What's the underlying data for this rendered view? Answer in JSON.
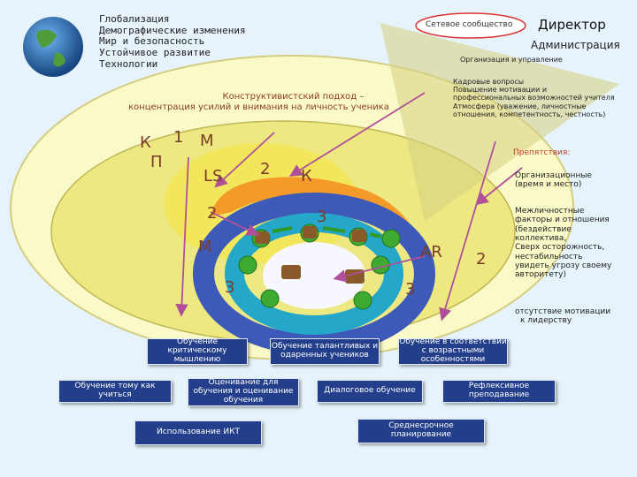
{
  "global_factors": [
    "Глобализация",
    "Демографические изменения",
    "Мир и безопасность",
    "Устойчивое развитие",
    "Технологии"
  ],
  "network": "Сетевое сообщество",
  "director": "Директор",
  "administration": "Администрация",
  "org_management": "Организация и управление",
  "personnel": [
    "Кадровые вопросы",
    "Повышение мотивации и",
    "профессиональных возможностей учителя",
    "Атмосфера (уважение, личностные",
    "отношения, компетентность, честность)"
  ],
  "approach": [
    "Конструктивистский подход –",
    "концентрация усилий и внимания на личность ученика"
  ],
  "letters": {
    "k_left": "К",
    "one": "1",
    "m_top": "М",
    "p": "П",
    "ls": "LS",
    "two_center": "2",
    "k_mid": "К",
    "two_left": "2",
    "three_top": "3",
    "m_left": "М",
    "ar": "AR",
    "two_right": "2",
    "three_left": "3",
    "three_right": "3"
  },
  "obstacles": {
    "title": "Препятствия:",
    "org": [
      "Организационные",
      "(время и место)"
    ],
    "personal": [
      "Межличностные",
      "факторы и отношения",
      "(бездействие",
      "коллектива,",
      "Сверх осторожность,",
      "нестабильность",
      "увидеть угрозу своему",
      "авторитету)"
    ],
    "motivation": [
      "отсутствие мотивации",
      "к лидерству"
    ]
  },
  "boxes": {
    "critical": "Обучение критическому мышлению",
    "gifted": "Обучение талантливых и одаренных учеников",
    "age": "Обучение в соответствии с возрастными особенностями",
    "learn": "Обучение тому как учиться",
    "assess": "Оценивание для обучения и оценивание обучения",
    "dialog": "Диалоговое обучение",
    "reflect": "Рефлексивное преподавание",
    "ict": "Использование ИКТ",
    "plan": "Среднесрочное планирование"
  }
}
